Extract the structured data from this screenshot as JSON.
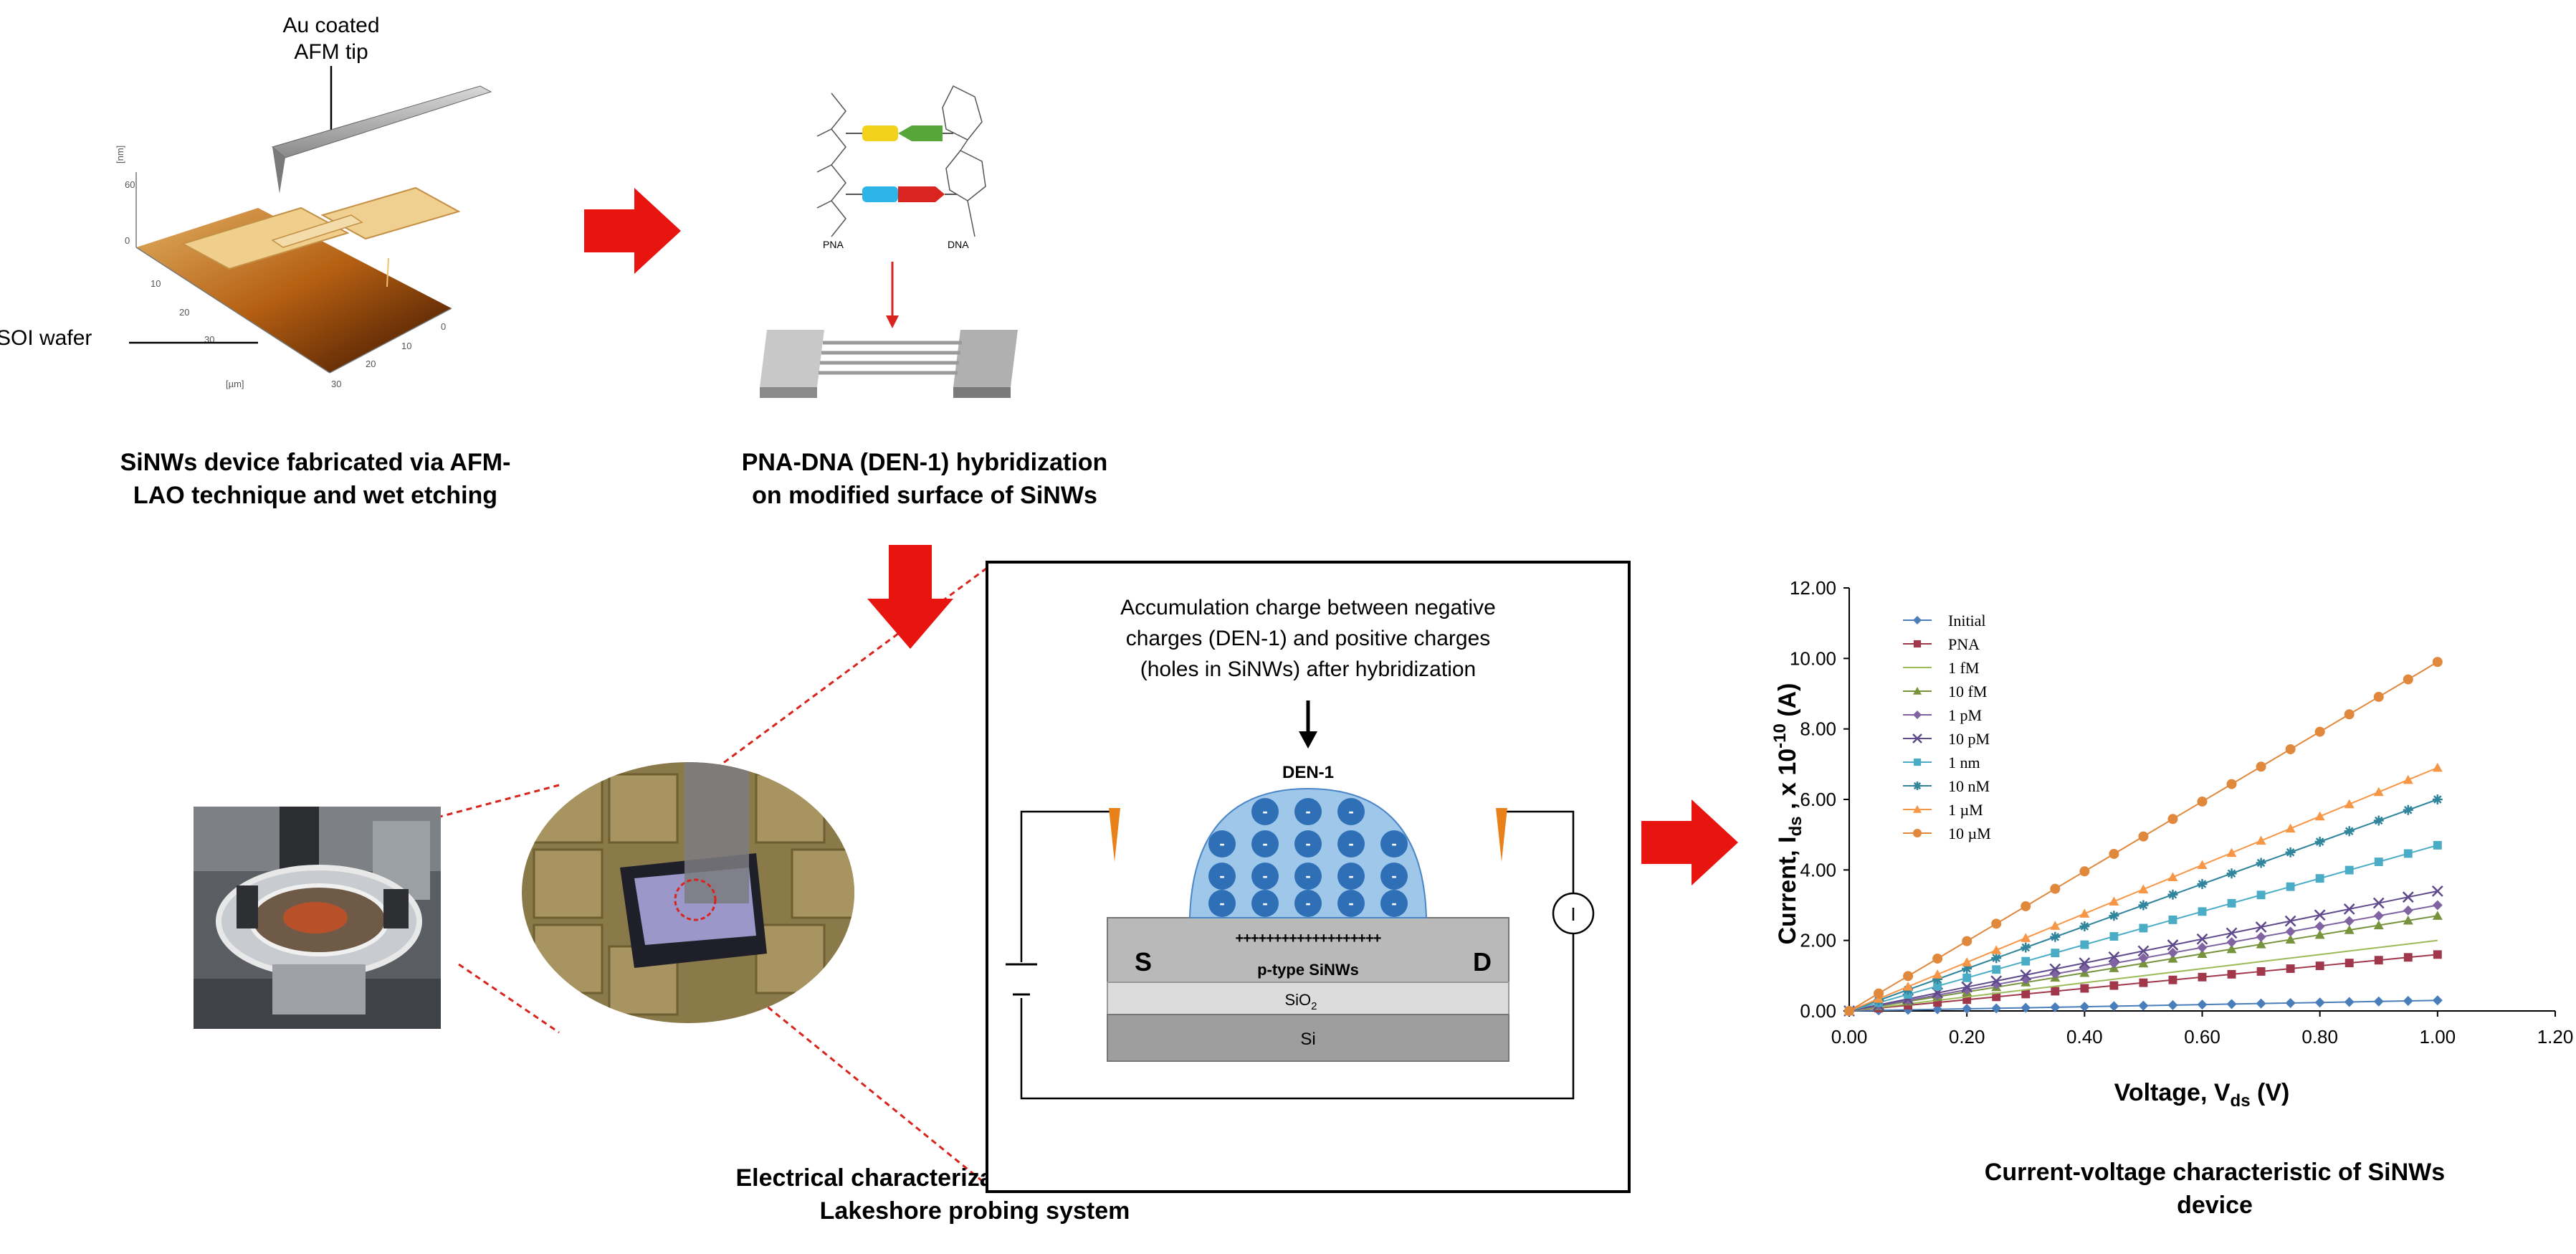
{
  "panel_afm": {
    "tip_label_line1": "Au coated",
    "tip_label_line2": "AFM tip",
    "wafer_label": "SOI wafer",
    "axis_unit_z": "[nm]",
    "axis_unit_xy": "[µm]",
    "ticks_z": [
      "60",
      "0"
    ],
    "ticks_y": [
      "10",
      "20",
      "30"
    ],
    "ticks_x": [
      "30",
      "20",
      "10",
      "0"
    ],
    "caption_line1": "SiNWs device fabricated via AFM-",
    "caption_line2": "LAO technique and wet etching"
  },
  "panel_hybrid": {
    "label_pna": "PNA",
    "label_dna": "DNA",
    "caption_line1": "PNA-DNA (DEN-1) hybridization",
    "caption_line2": "on modified surface of SiNWs"
  },
  "panel_setup": {
    "caption_line1": "Electrical characterization using SPA and",
    "caption_line2": "Lakeshore probing system"
  },
  "panel_schematic": {
    "note_line1": "Accumulation charge between negative",
    "note_line2": "charges (DEN-1) and positive charges",
    "note_line3": "(holes in SiNWs) after hybridization",
    "den_label": "DEN-1",
    "source_label": "S",
    "drain_label": "D",
    "meter_label": "I",
    "plus_row": "+++++++++++++++++++",
    "layer_ptype": "p-type SiNWs",
    "layer_sio2_main": "SiO",
    "layer_sio2_sub": "2",
    "layer_si": "Si"
  },
  "panel_chart": {
    "caption_line1": "Current-voltage characteristic of SiNWs",
    "caption_line2": "device"
  },
  "chart_data": {
    "type": "line",
    "title": "",
    "xlabel": "Voltage, V",
    "xlabel_sub": "ds",
    "xlabel_unit": " (V)",
    "ylabel_pre": "Current, I",
    "ylabel_sub": "ds",
    "ylabel_mid": " , x 10",
    "ylabel_sup": "-10",
    "ylabel_unit": " (A)",
    "xlim": [
      0,
      1.2
    ],
    "ylim": [
      0,
      12
    ],
    "xticks": [
      "0.00",
      "0.20",
      "0.40",
      "0.60",
      "0.80",
      "1.00",
      "1.20"
    ],
    "yticks": [
      "0.00",
      "2.00",
      "4.00",
      "6.00",
      "8.00",
      "10.00",
      "12.00"
    ],
    "grid": false,
    "legend_position": "top-left",
    "x_start": 0.0,
    "x_step": 0.05,
    "points": 21,
    "series": [
      {
        "name": "Initial",
        "color": "#4a7ebb",
        "marker": "diamond",
        "slope": 0.3
      },
      {
        "name": "PNA",
        "color": "#a0374a",
        "marker": "square",
        "slope": 1.6
      },
      {
        "name": "1 fM",
        "color": "#9bbb59",
        "marker": "line",
        "slope": 2.0
      },
      {
        "name": "10 fM",
        "color": "#77933c",
        "marker": "triangle",
        "slope": 2.7
      },
      {
        "name": "1 pM",
        "color": "#8064a2",
        "marker": "diamond",
        "slope": 3.0
      },
      {
        "name": "10 pM",
        "color": "#5f4a8b",
        "marker": "x",
        "slope": 3.4
      },
      {
        "name": "1 nm",
        "color": "#4bacc6",
        "marker": "square",
        "slope": 4.7
      },
      {
        "name": "10 nM",
        "color": "#31859c",
        "marker": "star",
        "slope": 6.0
      },
      {
        "name": "1 µM",
        "color": "#f79646",
        "marker": "triangle",
        "slope": 6.9
      },
      {
        "name": "10 µM",
        "color": "#e0883c",
        "marker": "circle",
        "slope": 9.9
      }
    ]
  },
  "colors": {
    "arrow": "#e8140f",
    "dashed": "#d9231d",
    "drop": "#9ec7ea",
    "tip": "#e8811a"
  }
}
